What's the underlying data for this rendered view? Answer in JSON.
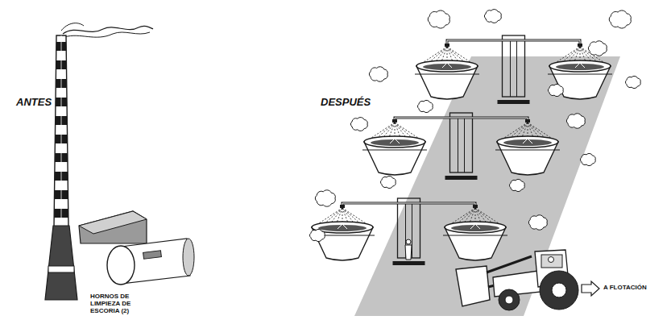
{
  "diagram": {
    "labels": [
      "ANTES",
      "HORNOS DE LIMPIEZA DE ESCORIA (2)",
      "DESPUÉS",
      "A FLOTACIÓN"
    ]
  }
}
